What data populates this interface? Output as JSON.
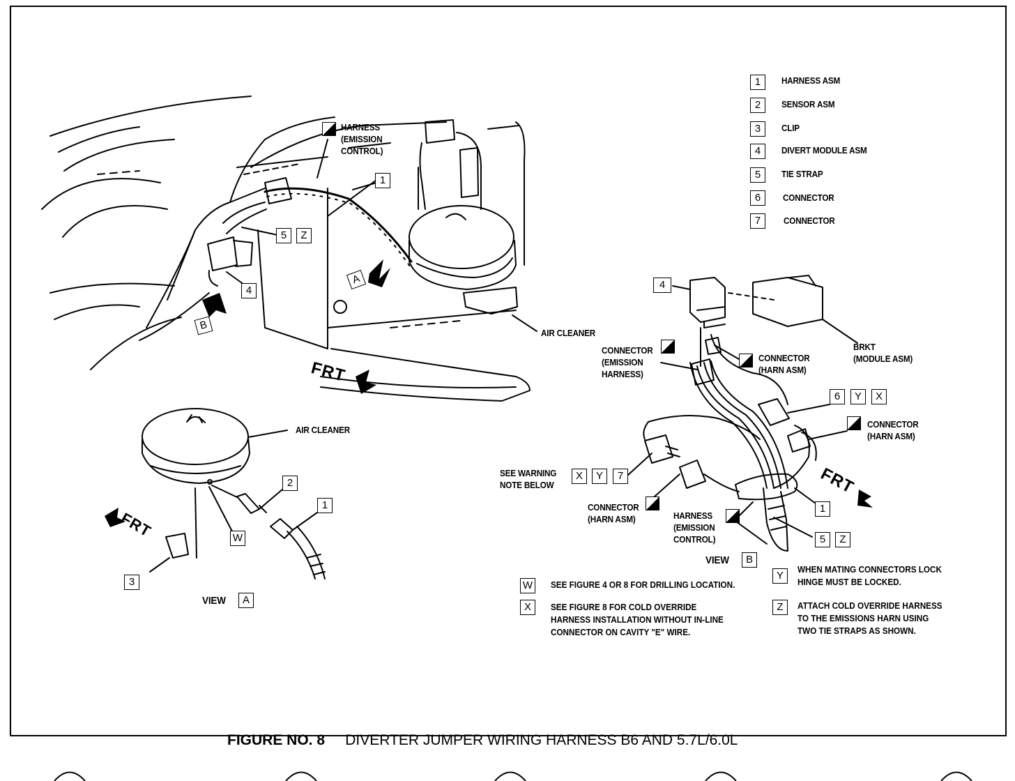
{
  "legend": [
    {
      "num": "1",
      "label": "HARNESS ASM"
    },
    {
      "num": "2",
      "label": "SENSOR ASM"
    },
    {
      "num": "3",
      "label": "CLIP"
    },
    {
      "num": "4",
      "label": "DIVERT MODULE ASM"
    },
    {
      "num": "5",
      "label": "TIE STRAP"
    },
    {
      "num": "6",
      "label": "CONNECTOR"
    },
    {
      "num": "7",
      "label": "CONNECTOR"
    }
  ],
  "main_view": {
    "harness_emission_label": "HARNESS\n(EMISSION\nCONTROL)",
    "air_cleaner_label": "AIR CLEANER",
    "frt_label": "FRT",
    "callouts": [
      "1",
      "5",
      "Z",
      "4",
      "A",
      "B"
    ]
  },
  "view_a": {
    "air_cleaner_label": "AIR CLEANER",
    "frt_label": "FRT",
    "view_word": "VIEW",
    "view_letter": "A",
    "callouts": [
      "2",
      "1",
      "W",
      "3"
    ]
  },
  "view_b": {
    "connector_emission_harness": "CONNECTOR\n(EMISSION\nHARNESS)",
    "connector_harn_asm_top": "CONNECTOR\n(HARN ASM)",
    "brkt_label": "BRKT\n(MODULE ASM)",
    "connector_harn_asm_right": "CONNECTOR\n(HARN ASM)",
    "see_warning": "SEE WARNING\nNOTE BELOW",
    "connector_harn_asm_bottom": "CONNECTOR\n(HARN ASM)",
    "harness_emission_control": "HARNESS\n(EMISSION\nCONTROL)",
    "frt_label": "FRT",
    "view_word": "VIEW",
    "view_letter": "B",
    "callouts": [
      "4",
      "6",
      "Y",
      "X",
      "X",
      "Y",
      "7",
      "1",
      "5",
      "Z"
    ]
  },
  "notes": [
    {
      "key": "W",
      "text": "SEE FIGURE 4 OR 8 FOR DRILLING LOCATION."
    },
    {
      "key": "X",
      "text": "SEE FIGURE 8 FOR COLD OVERRIDE\nHARNESS INSTALLATION WITHOUT IN-LINE\nCONNECTOR ON CAVITY \"E\" WIRE."
    },
    {
      "key": "Y",
      "text": "WHEN MATING CONNECTORS LOCK\nHINGE MUST BE LOCKED."
    },
    {
      "key": "Z",
      "text": "ATTACH COLD OVERRIDE HARNESS\nTO THE EMISSIONS HARN USING\nTWO TIE STRAPS AS SHOWN."
    }
  ],
  "caption": {
    "figure_no": "FIGURE NO. 8",
    "title": "DIVERTER JUMPER WIRING HARNESS B6 AND 5.7L/6.0L"
  }
}
